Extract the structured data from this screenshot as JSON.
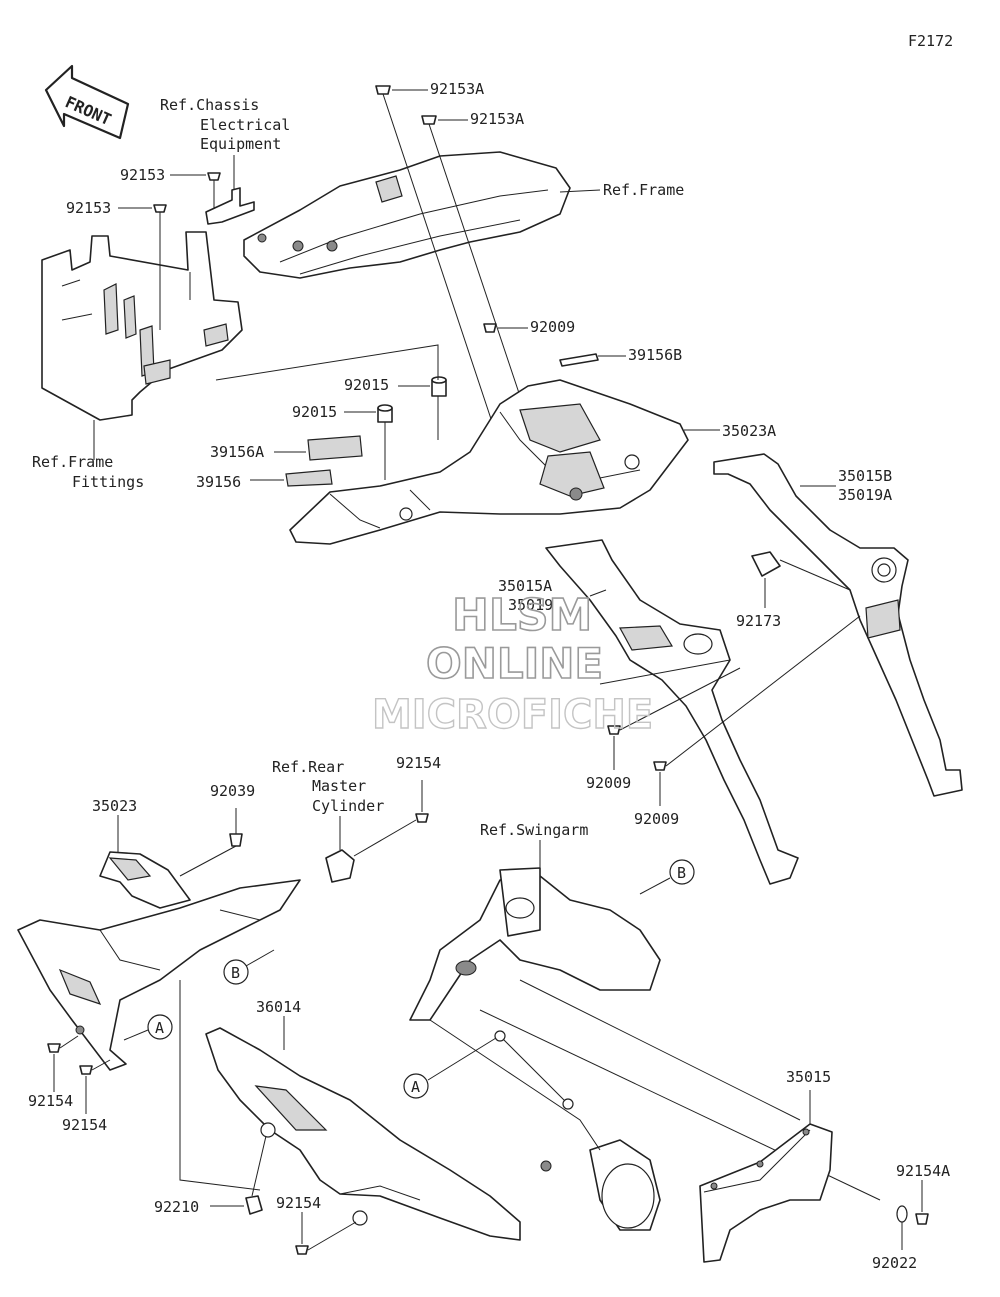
{
  "figure_code": "F2172",
  "front_label": "FRONT",
  "references": {
    "chassis_electrical": [
      "Ref.Chassis",
      "Electrical",
      "Equipment"
    ],
    "frame": "Ref.Frame",
    "frame_fittings": [
      "Ref.Frame",
      "Fittings"
    ],
    "rear_master_cylinder": [
      "Ref.Rear",
      "Master",
      "Cylinder"
    ],
    "swingarm": "Ref.Swingarm"
  },
  "part_labels": {
    "p92153A_1": "92153A",
    "p92153A_2": "92153A",
    "p92153_1": "92153",
    "p92153_2": "92153",
    "p92009_top": "92009",
    "p39156B": "39156B",
    "p92015_1": "92015",
    "p92015_2": "92015",
    "p39156A": "39156A",
    "p39156": "39156",
    "p35023A": "35023A",
    "p35015B": "35015B",
    "p35019A": "35019A",
    "p35015A": "35015A",
    "p35019": "35019",
    "p92173": "92173",
    "p92009_mid1": "92009",
    "p92009_mid2": "92009",
    "p35023": "35023",
    "p92039": "92039",
    "p92154_top": "92154",
    "p92154_left1": "92154",
    "p92154_left2": "92154",
    "p36014": "36014",
    "p92210": "92210",
    "p92154_bottom": "92154",
    "p35015": "35015",
    "p92154A": "92154A",
    "p92022": "92022"
  },
  "callouts": {
    "B_upper": "B",
    "B_lower": "B",
    "A_upper": "A",
    "A_lower": "A"
  },
  "watermark": [
    "HLSM",
    "ONLINE",
    "MICROFICHE"
  ]
}
